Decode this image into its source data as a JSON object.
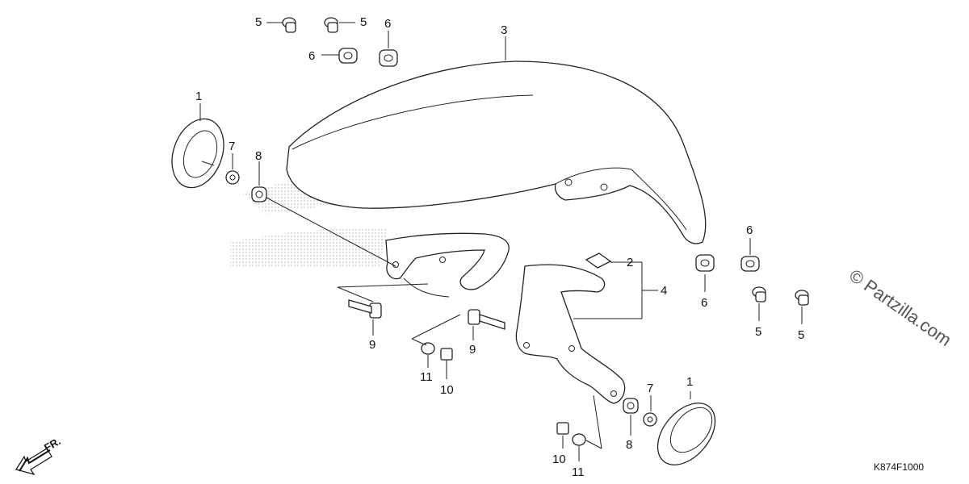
{
  "callouts": {
    "c1": "1",
    "c2": "2",
    "c3": "3",
    "c4": "4",
    "c5": "5",
    "c6": "6",
    "c7": "7",
    "c8": "8",
    "c9": "9",
    "c10": "10",
    "c11": "11"
  },
  "watermark": "© Partzilla.com",
  "diagram_code": "K874F1000",
  "direction_label": "FR."
}
